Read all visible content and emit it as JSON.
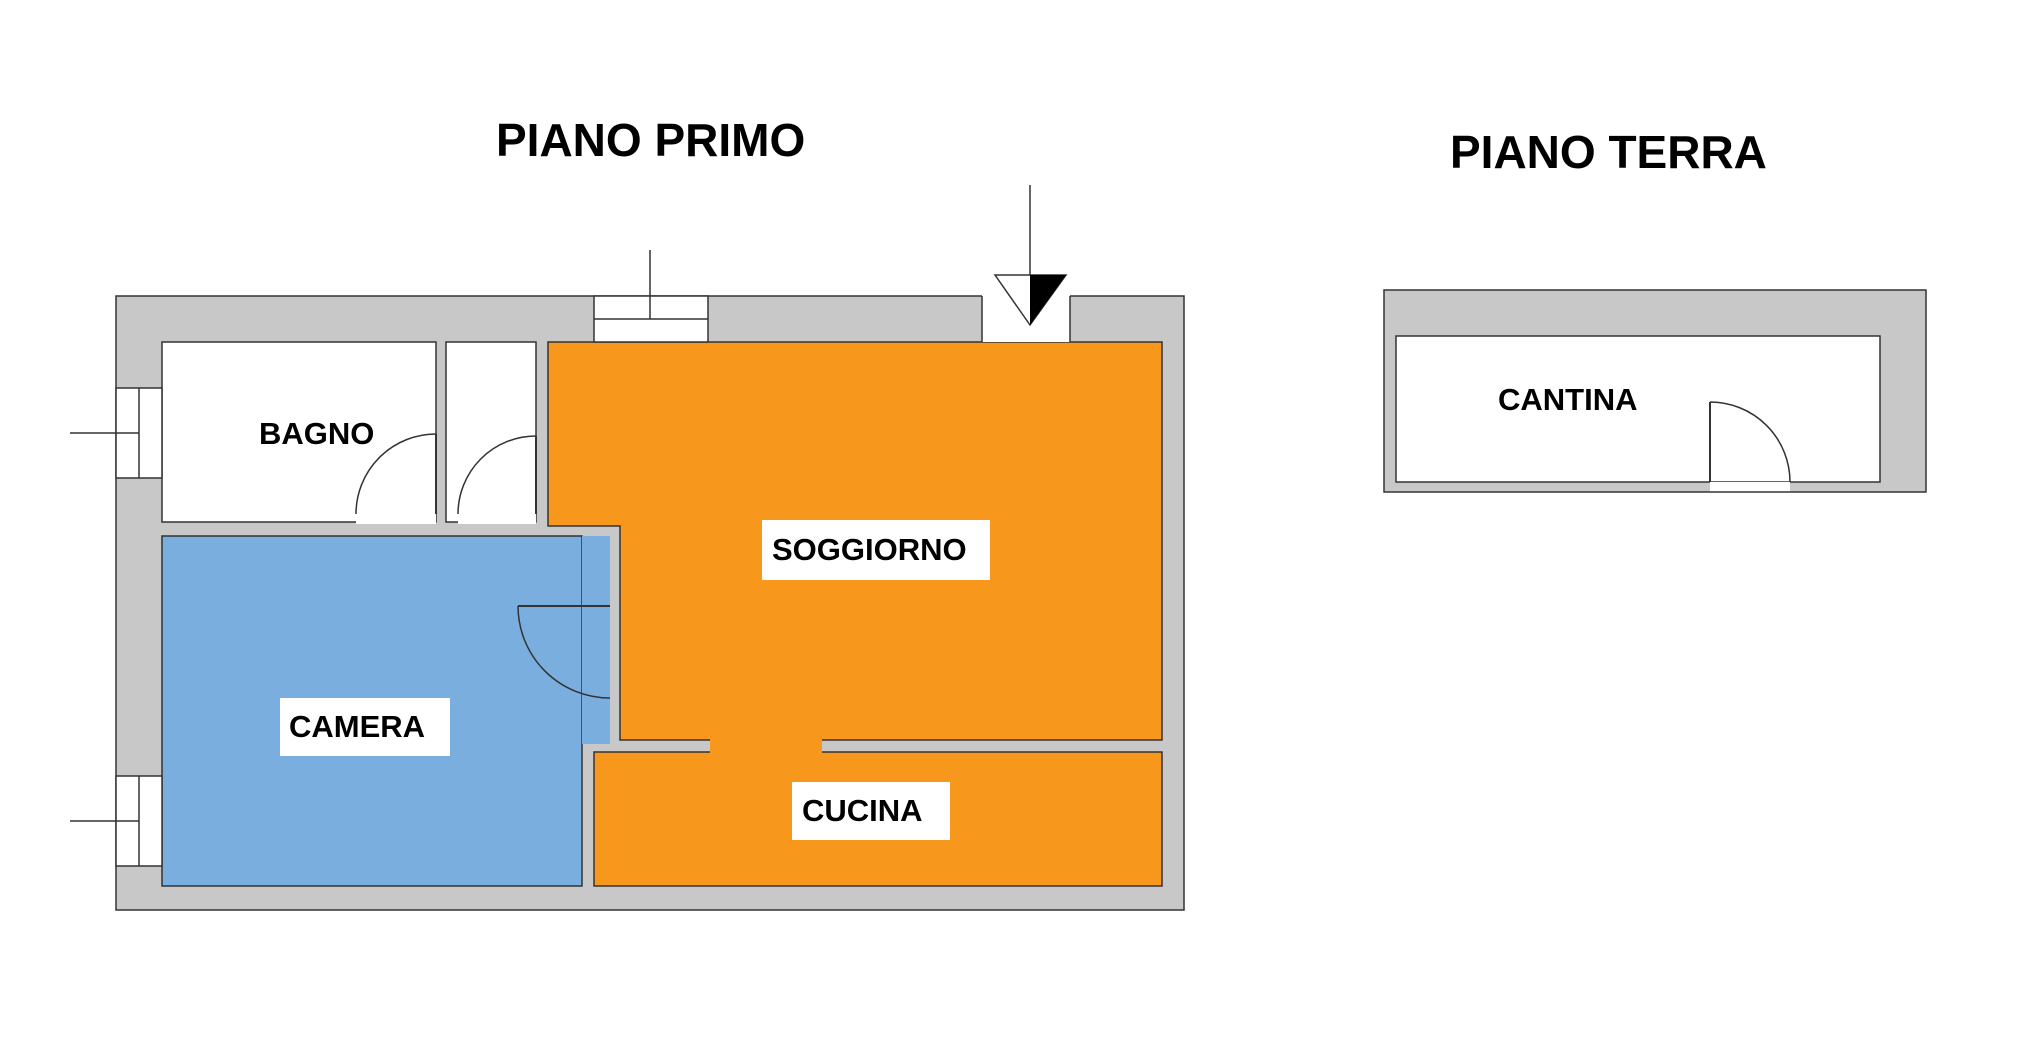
{
  "floors": {
    "first": {
      "title": "PIANO PRIMO",
      "rooms": {
        "bagno": "BAGNO",
        "soggiorno": "SOGGIORNO",
        "camera": "CAMERA",
        "cucina": "CUCINA"
      }
    },
    "ground": {
      "title": "PIANO TERRA",
      "rooms": {
        "cantina": "CANTINA"
      }
    }
  },
  "colors": {
    "wall": "#c8c8c8",
    "living_area": "#f7981d",
    "bedroom": "#7aaede",
    "service": "#ffffff",
    "outline": "#333333"
  }
}
